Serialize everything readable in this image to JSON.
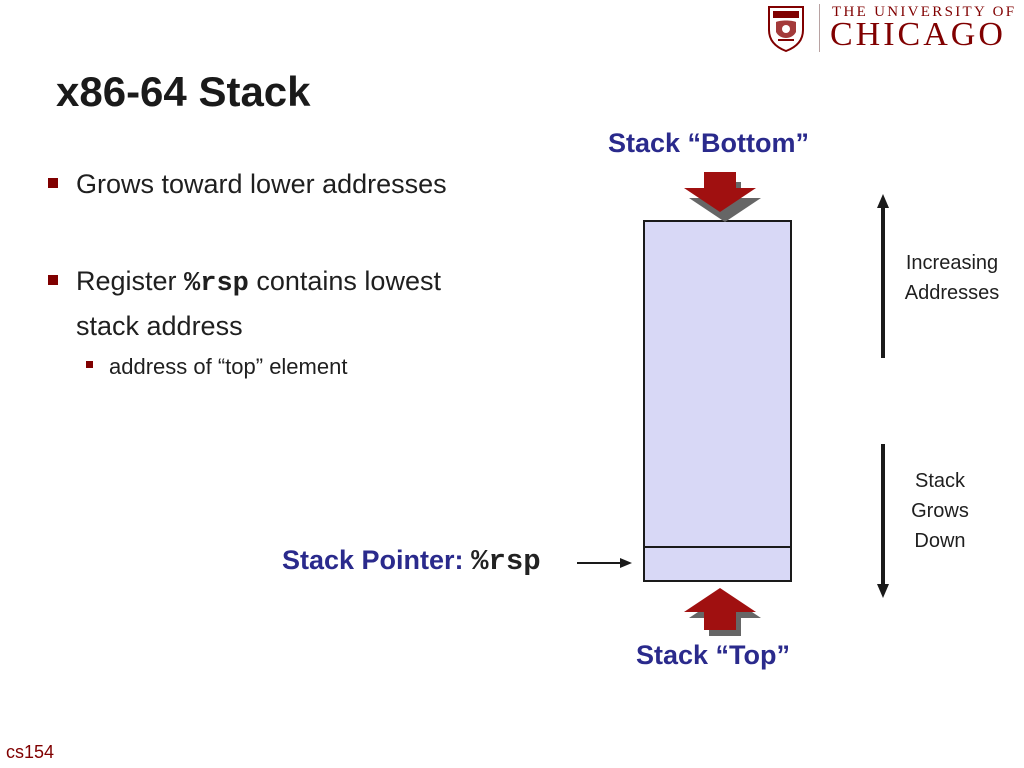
{
  "logo": {
    "line1": "THE UNIVERSITY OF",
    "line2": "CHICAGO"
  },
  "slide": {
    "title": "x86-64 Stack",
    "bullets": [
      {
        "text": "Grows toward lower addresses"
      },
      {
        "pre": "Register ",
        "code": "%rsp",
        "post": " contains lowest",
        "line2": "stack address"
      }
    ],
    "sub_bullet": "address of “top” element"
  },
  "diagram": {
    "bottom_label": "Stack “Bottom”",
    "top_label": "Stack “Top”",
    "pointer_label": "Stack Pointer: ",
    "pointer_code": "%rsp",
    "increasing": [
      "Increasing",
      "Addresses"
    ],
    "grows": [
      "Stack",
      "Grows",
      "Down"
    ],
    "colors": {
      "arrow": "#a01010",
      "stack_fill": "#d8d8f6",
      "label_blue": "#2a2a8c",
      "accent": "#800000"
    }
  },
  "footer": {
    "course": "cs154"
  }
}
